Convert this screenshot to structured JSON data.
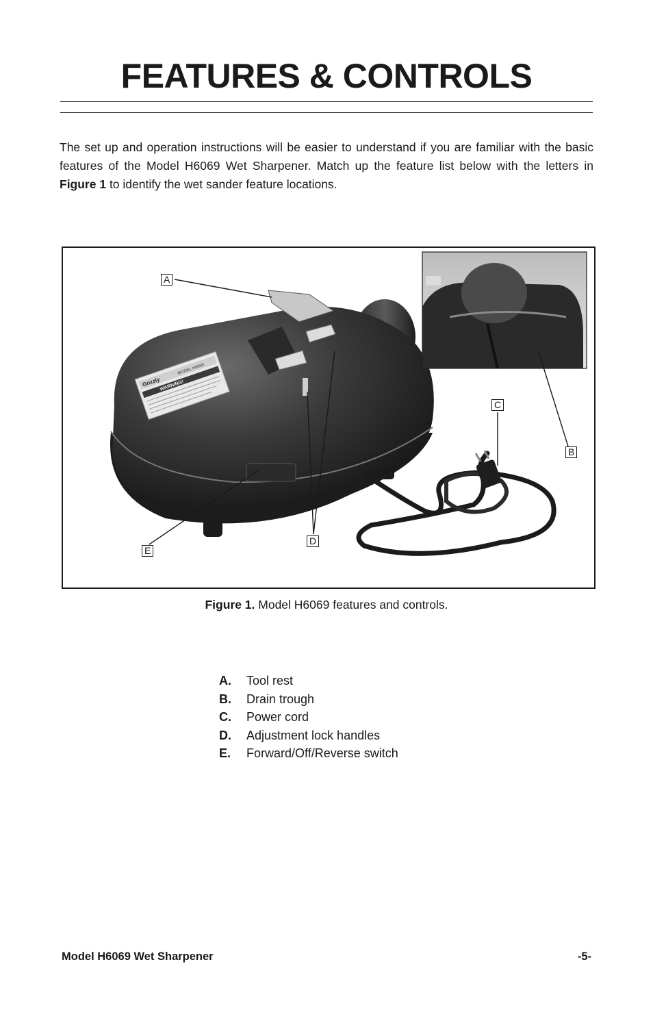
{
  "page": {
    "title": "FEATURES & CONTROLS",
    "intro_part1": "The set up and operation instructions will be easier to understand if you are familiar  with the basic features of the Model H6069 Wet Sharpener. Match up the feature list below with the letters in ",
    "intro_bold": "Figure 1",
    "intro_part2": " to identify the wet sander feature locations."
  },
  "figure": {
    "callouts": [
      "A",
      "B",
      "C",
      "D",
      "E"
    ],
    "caption_label": "Figure 1.",
    "caption_text": " Model H6069 features and controls.",
    "label_logo": "Grizzly",
    "label_model": "MODEL H6069",
    "label_warning": "WARNING!"
  },
  "features": [
    {
      "letter": "A.",
      "text": "Tool rest"
    },
    {
      "letter": "B.",
      "text": "Drain trough"
    },
    {
      "letter": "C.",
      "text": "Power cord"
    },
    {
      "letter": "D.",
      "text": "Adjustment lock handles"
    },
    {
      "letter": "E.",
      "text": "Forward/Off/Reverse switch"
    }
  ],
  "footer": {
    "left": "Model H6069 Wet Sharpener",
    "right": "-5-"
  }
}
